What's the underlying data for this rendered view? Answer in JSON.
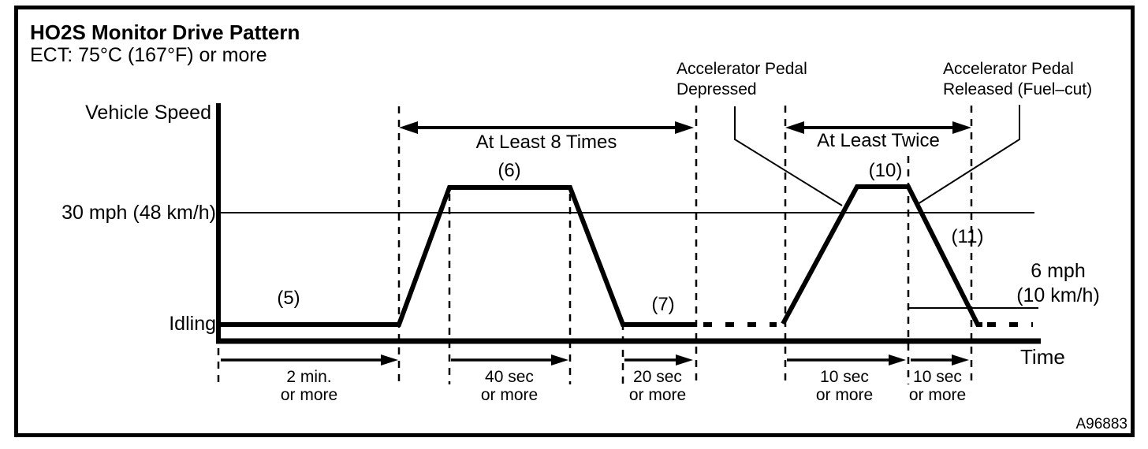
{
  "figure": {
    "title": "HO2S Monitor Drive Pattern",
    "subtitle": "ECT: 75°C (167°F) or more",
    "figure_id": "A96883",
    "line_color": "#000000",
    "background_color": "#ffffff"
  },
  "axes": {
    "y_label": "Vehicle Speed",
    "x_label": "Time",
    "ref_30mph_label": "30 mph (48 km/h)",
    "idling_label": "Idling",
    "ref_6mph_line1": "6 mph",
    "ref_6mph_line2": "(10 km/h)"
  },
  "annotations": {
    "at_least_8_times": "At Least 8 Times",
    "at_least_twice": "At Least Twice",
    "pedal_depressed_line1": "Accelerator Pedal",
    "pedal_depressed_line2": "Depressed",
    "pedal_released_line1": "Accelerator Pedal",
    "pedal_released_line2": "Released (Fuel–cut)"
  },
  "steps": {
    "s5": "(5)",
    "s6": "(6)",
    "s7": "(7)",
    "s10": "(10)",
    "s11": "(11)"
  },
  "timings": [
    {
      "line1": "2 min.",
      "line2": "or more"
    },
    {
      "line1": "40 sec",
      "line2": "or more"
    },
    {
      "line1": "20 sec",
      "line2": "or more"
    },
    {
      "line1": "10 sec",
      "line2": "or more"
    },
    {
      "line1": "10 sec",
      "line2": "or more"
    }
  ]
}
